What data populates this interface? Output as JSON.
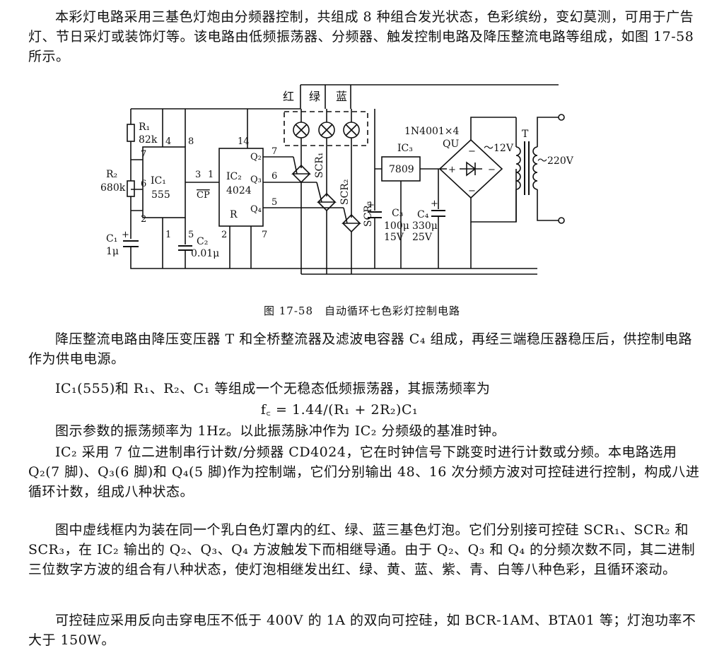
{
  "paragraphs": {
    "intro": "本彩灯电路采用三基色灯炮由分频器控制，共组成 8 种组合发光状态，色彩缤纷，变幻莫测，可用于广告灯、节日采灯或装饰灯等。该电路由低频振荡器、分频器、触发控制电路及降压整流电路等组成，如图 17-58 所示。",
    "power": "降压整流电路由降压变压器 T 和全桥整流器及滤波电容器 C₄ 组成，再经三端稳压器稳压后，供控制电路作为供电电源。",
    "osc": "IC₁(555)和 R₁、R₂、C₁ 等组成一个无稳态低频振荡器，其振荡频率为",
    "formula": "f꜀ = 1.44/(R₁ + 2R₂)C₁",
    "freq": "图示参数的振荡频率为 1Hz。以此振荡脉冲作为 IC₂ 分频级的基准时钟。",
    "ic2": "IC₂ 采用 7 位二进制串行计数/分频器 CD4024，它在时钟信号下跳变时进行计数或分频。本电路选用 Q₂(7 脚)、Q₃(6 脚)和 Q₄(5 脚)作为控制端，它们分别输出 48、16 次分频方波对可控硅进行控制，构成八进循环计数，组成八种状态。",
    "lamp": "图中虚线框内为装在同一个乳白色灯罩内的红、绿、蓝三基色灯泡。它们分别接可控硅 SCR₁、SCR₂ 和 SCR₃，在 IC₂ 输出的 Q₂、Q₃、Q₄ 方波触发下而相继导通。由于 Q₂、Q₃ 和 Q₄ 的分频次数不同，其二进制三位数字方波的组合有八种状态，使灯泡相继发出红、绿、黄、蓝、紫、青、白等八种色彩，且循环滚动。",
    "scr": "可控硅应采用反向击穿电压不低于 400V 的 1A 的双向可控硅，如 BCR-1AM、BTA01 等；灯泡功率不大于 150W。"
  },
  "figure": {
    "caption": "图 17-58　自动循环七色彩灯控制电路",
    "labels": {
      "red": "红",
      "green": "绿",
      "blue": "蓝",
      "r1": "R₁",
      "r1_val": "82k",
      "r2": "R₂",
      "r2_val": "680k",
      "c1": "C₁",
      "c1_val": "1μ",
      "c2": "C₂",
      "c2_val": "0.01μ",
      "ic1": "IC₁",
      "ic1_type": "555",
      "ic2": "IC₂",
      "ic2_type": "4024",
      "cp": "CP",
      "r_pin": "R",
      "q2": "Q₂",
      "q3": "Q₃",
      "q4": "Q₄",
      "scr1": "SCR₁",
      "scr2": "SCR₂",
      "scr3": "SCR₃",
      "ic3": "IC₃",
      "ic3_type": "7809",
      "c3": "C₃",
      "c3_val": "100μ",
      "c3_v": "15V",
      "c4": "C₄",
      "c4_val": "330μ",
      "c4_v": "25V",
      "diode": "1N4001×4",
      "qu": "QU",
      "v12": "～12V",
      "v220": "～220V",
      "t": "T",
      "plus": "+",
      "minus": "−",
      "pin4": "4",
      "pin8": "8",
      "pin7": "7",
      "pin6": "6",
      "pin2": "2",
      "pin1": "1",
      "pin5": "5",
      "pin3": "3",
      "pin1b": "1",
      "pin14": "14",
      "pin7b": "7",
      "pin6b": "6",
      "pin5b": "5",
      "pin2b": "2",
      "pin7c": "7"
    }
  }
}
